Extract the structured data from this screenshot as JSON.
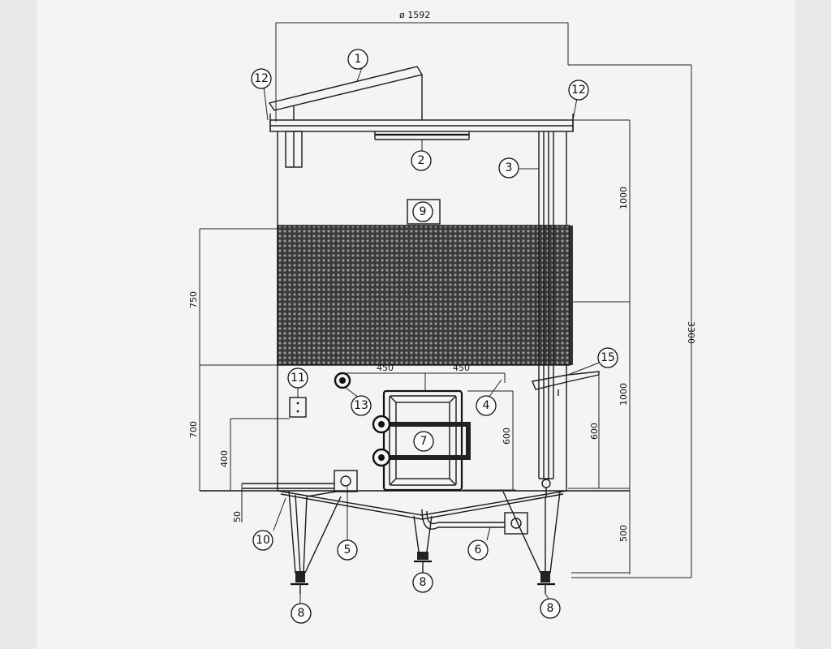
{
  "drawing": {
    "diameter_label": "ø 1592",
    "dimensions": {
      "d_3300": "3300",
      "d_1000_top": "1000",
      "d_1000_mid": "1000",
      "d_500": "500",
      "d_600_right": "600",
      "d_600_door": "600",
      "d_750": "750",
      "d_700": "700",
      "d_400": "400",
      "d_50": "50",
      "d_450_left": "450",
      "d_450_right": "450"
    },
    "callouts": {
      "c1": "1",
      "c2": "2",
      "c3": "3",
      "c4": "4",
      "c5": "5",
      "c6": "6",
      "c7": "7",
      "c8_left": "8",
      "c8_mid": "8",
      "c8_right": "8",
      "c9": "9",
      "c10": "10",
      "c11": "11",
      "c12_left": "12",
      "c12_right": "12",
      "c13": "13",
      "c15": "15"
    }
  }
}
